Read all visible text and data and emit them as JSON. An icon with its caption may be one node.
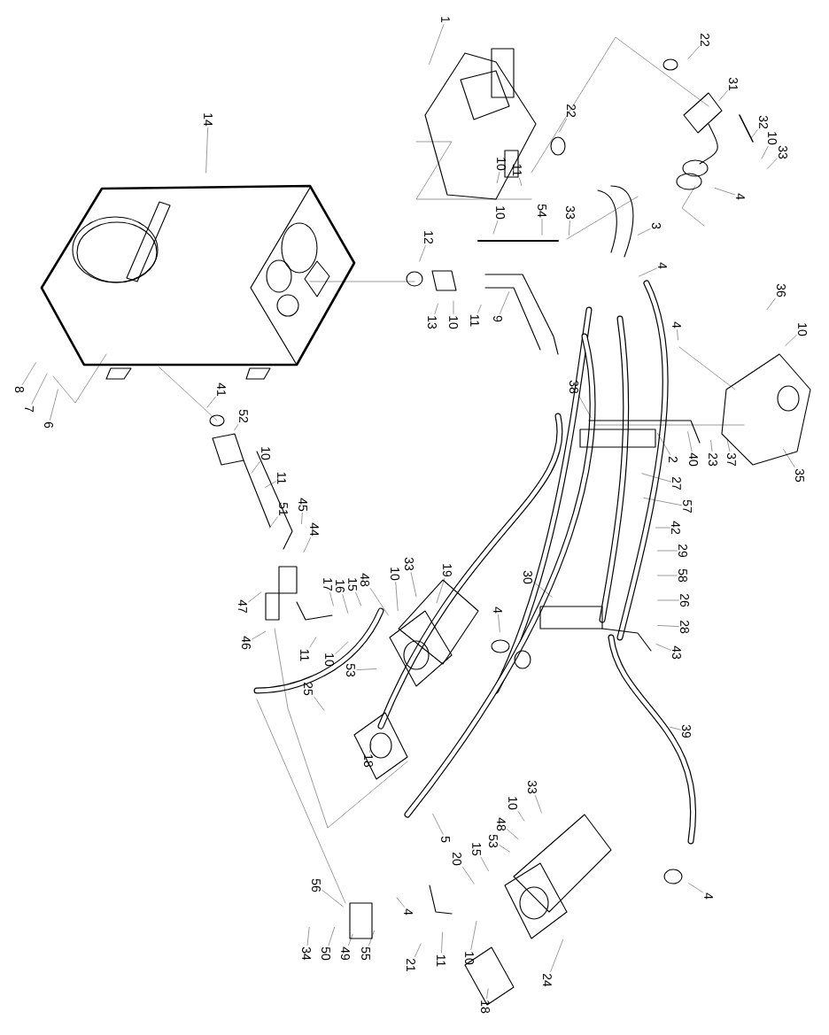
{
  "diagram": {
    "nodes": [
      {
        "text": [
          "1"
        ]
      },
      {
        "text": [
          "22"
        ]
      },
      {
        "text": [
          "22"
        ]
      },
      {
        "text": [
          "31"
        ]
      },
      {
        "text": [
          "32"
        ]
      },
      {
        "text": [
          "10"
        ]
      },
      {
        "text": [
          "33"
        ]
      },
      {
        "text": [
          "14"
        ]
      },
      {
        "text": [
          "10"
        ]
      },
      {
        "text": [
          "11"
        ]
      },
      {
        "text": [
          "3"
        ]
      },
      {
        "text": [
          "4"
        ]
      },
      {
        "text": [
          "10"
        ]
      },
      {
        "text": [
          "54"
        ]
      },
      {
        "text": [
          "33"
        ]
      },
      {
        "text": [
          "12"
        ]
      },
      {
        "text": [
          "13"
        ]
      },
      {
        "text": [
          "10"
        ]
      },
      {
        "text": [
          "11"
        ]
      },
      {
        "text": [
          "9"
        ]
      },
      {
        "text": [
          "4"
        ]
      },
      {
        "text": [
          "36"
        ]
      },
      {
        "text": [
          "10"
        ]
      },
      {
        "text": [
          "4"
        ]
      },
      {
        "text": [
          "8"
        ]
      },
      {
        "text": [
          "7"
        ]
      },
      {
        "text": [
          "6"
        ]
      },
      {
        "text": [
          "41"
        ]
      },
      {
        "text": [
          "52"
        ]
      },
      {
        "text": [
          "10"
        ]
      },
      {
        "text": [
          "11"
        ]
      },
      {
        "text": [
          "51"
        ]
      },
      {
        "text": [
          "45"
        ]
      },
      {
        "text": [
          "44"
        ]
      },
      {
        "text": [
          "38"
        ]
      },
      {
        "text": [
          "2"
        ]
      },
      {
        "text": [
          "40"
        ]
      },
      {
        "text": [
          "23"
        ]
      },
      {
        "text": [
          "37"
        ]
      },
      {
        "text": [
          "35"
        ]
      },
      {
        "text": [
          "27"
        ]
      },
      {
        "text": [
          "57"
        ]
      },
      {
        "text": [
          "42"
        ]
      },
      {
        "text": [
          "29"
        ]
      },
      {
        "text": [
          "58"
        ]
      },
      {
        "text": [
          "26"
        ]
      },
      {
        "text": [
          "28"
        ]
      },
      {
        "text": [
          "47"
        ]
      },
      {
        "text": [
          "46"
        ]
      },
      {
        "text": [
          "17"
        ]
      },
      {
        "text": [
          "16"
        ]
      },
      {
        "text": [
          "15"
        ]
      },
      {
        "text": [
          "48"
        ]
      },
      {
        "text": [
          "10"
        ]
      },
      {
        "text": [
          "33"
        ]
      },
      {
        "text": [
          "19"
        ]
      },
      {
        "text": [
          "30"
        ]
      },
      {
        "text": [
          "4"
        ]
      },
      {
        "text": [
          "11"
        ]
      },
      {
        "text": [
          "10"
        ]
      },
      {
        "text": [
          "53"
        ]
      },
      {
        "text": [
          "25"
        ]
      },
      {
        "text": [
          "18"
        ]
      },
      {
        "text": [
          "43"
        ]
      },
      {
        "text": [
          "39"
        ]
      },
      {
        "text": [
          "5"
        ]
      },
      {
        "text": [
          "33"
        ]
      },
      {
        "text": [
          "10"
        ]
      },
      {
        "text": [
          "48"
        ]
      },
      {
        "text": [
          "53"
        ]
      },
      {
        "text": [
          "15"
        ]
      },
      {
        "text": [
          "20"
        ]
      },
      {
        "text": [
          "56"
        ]
      },
      {
        "text": [
          "4"
        ]
      },
      {
        "text": [
          "21"
        ]
      },
      {
        "text": [
          "11"
        ]
      },
      {
        "text": [
          "10"
        ]
      },
      {
        "text": [
          "24"
        ]
      },
      {
        "text": [
          "18"
        ]
      },
      {
        "text": [
          "4"
        ]
      },
      {
        "text": [
          "34"
        ]
      },
      {
        "text": [
          "50"
        ]
      },
      {
        "text": [
          "49"
        ]
      },
      {
        "text": [
          "55"
        ]
      }
    ],
    "edges": [
      {
        "from": 0,
        "to": null,
        "arrow": "none"
      },
      {
        "from": 1,
        "to": null,
        "arrow": "none"
      },
      {
        "from": 2,
        "to": null,
        "arrow": "none"
      },
      {
        "from": 3,
        "to": null,
        "arrow": "none"
      },
      {
        "from": 4,
        "to": null,
        "arrow": "none"
      },
      {
        "from": 5,
        "to": null,
        "arrow": "none"
      },
      {
        "from": 6,
        "to": null,
        "arrow": "none"
      },
      {
        "from": 7,
        "to": null,
        "arrow": "none"
      },
      {
        "from": 8,
        "to": null,
        "arrow": "none"
      },
      {
        "from": 9,
        "to": null,
        "arrow": "none"
      },
      {
        "from": 10,
        "to": null,
        "arrow": "none"
      },
      {
        "from": 11,
        "to": null,
        "arrow": "none"
      },
      {
        "from": 12,
        "to": null,
        "arrow": "none"
      },
      {
        "from": 13,
        "to": null,
        "arrow": "none"
      },
      {
        "from": 14,
        "to": null,
        "arrow": "none"
      },
      {
        "from": 15,
        "to": null,
        "arrow": "none"
      },
      {
        "from": 16,
        "to": null,
        "arrow": "none"
      },
      {
        "from": 17,
        "to": null,
        "arrow": "none"
      },
      {
        "from": 18,
        "to": null,
        "arrow": "none"
      },
      {
        "from": 19,
        "to": null,
        "arrow": "none"
      },
      {
        "from": 20,
        "to": null,
        "arrow": "none"
      },
      {
        "from": 21,
        "to": null,
        "arrow": "none"
      },
      {
        "from": 22,
        "to": null,
        "arrow": "none"
      },
      {
        "from": 23,
        "to": null,
        "arrow": "none"
      },
      {
        "from": 24,
        "to": null,
        "arrow": "none"
      },
      {
        "from": 25,
        "to": null,
        "arrow": "none"
      },
      {
        "from": 26,
        "to": null,
        "arrow": "none"
      },
      {
        "from": 27,
        "to": null,
        "arrow": "none"
      },
      {
        "from": 28,
        "to": null,
        "arrow": "none"
      },
      {
        "from": 29,
        "to": null,
        "arrow": "none"
      },
      {
        "from": 30,
        "to": null,
        "arrow": "none"
      },
      {
        "from": 31,
        "to": null,
        "arrow": "none"
      },
      {
        "from": 32,
        "to": null,
        "arrow": "none"
      },
      {
        "from": 33,
        "to": null,
        "arrow": "none"
      },
      {
        "from": 34,
        "to": null,
        "arrow": "none"
      },
      {
        "from": 35,
        "to": null,
        "arrow": "none"
      },
      {
        "from": 36,
        "to": null,
        "arrow": "none"
      },
      {
        "from": 37,
        "to": null,
        "arrow": "none"
      },
      {
        "from": 38,
        "to": null,
        "arrow": "none"
      },
      {
        "from": 39,
        "to": null,
        "arrow": "none"
      },
      {
        "from": 40,
        "to": null,
        "arrow": "none"
      },
      {
        "from": 41,
        "to": null,
        "arrow": "none"
      },
      {
        "from": 42,
        "to": null,
        "arrow": "none"
      },
      {
        "from": 43,
        "to": null,
        "arrow": "none"
      },
      {
        "from": 44,
        "to": null,
        "arrow": "none"
      },
      {
        "from": 45,
        "to": null,
        "arrow": "none"
      },
      {
        "from": 46,
        "to": null,
        "arrow": "none"
      },
      {
        "from": 47,
        "to": null,
        "arrow": "none"
      },
      {
        "from": 48,
        "to": null,
        "arrow": "none"
      },
      {
        "from": 49,
        "to": null,
        "arrow": "none"
      },
      {
        "from": 50,
        "to": null,
        "arrow": "none"
      },
      {
        "from": 51,
        "to": null,
        "arrow": "none"
      },
      {
        "from": 52,
        "to": null,
        "arrow": "none"
      },
      {
        "from": 53,
        "to": null,
        "arrow": "none"
      },
      {
        "from": 54,
        "to": null,
        "arrow": "none"
      },
      {
        "from": 55,
        "to": null,
        "arrow": "none"
      },
      {
        "from": 56,
        "to": null,
        "arrow": "none"
      },
      {
        "from": 57,
        "to": null,
        "arrow": "none"
      },
      {
        "from": 58,
        "to": null,
        "arrow": "none"
      },
      {
        "from": 59,
        "to": null,
        "arrow": "none"
      },
      {
        "from": 60,
        "to": null,
        "arrow": "none"
      },
      {
        "from": 61,
        "to": null,
        "arrow": "none"
      },
      {
        "from": 62,
        "to": null,
        "arrow": "none"
      },
      {
        "from": 63,
        "to": null,
        "arrow": "none"
      },
      {
        "from": 64,
        "to": null,
        "arrow": "none"
      },
      {
        "from": 65,
        "to": null,
        "arrow": "none"
      },
      {
        "from": 66,
        "to": null,
        "arrow": "none"
      },
      {
        "from": 67,
        "to": null,
        "arrow": "none"
      },
      {
        "from": 68,
        "to": null,
        "arrow": "none"
      },
      {
        "from": 69,
        "to": null,
        "arrow": "none"
      },
      {
        "from": 70,
        "to": null,
        "arrow": "none"
      },
      {
        "from": 71,
        "to": null,
        "arrow": "none"
      },
      {
        "from": 72,
        "to": null,
        "arrow": "none"
      },
      {
        "from": 73,
        "to": null,
        "arrow": "none"
      },
      {
        "from": 74,
        "to": null,
        "arrow": "none"
      },
      {
        "from": 75,
        "to": null,
        "arrow": "none"
      },
      {
        "from": 76,
        "to": null,
        "arrow": "none"
      },
      {
        "from": 77,
        "to": null,
        "arrow": "none"
      },
      {
        "from": 78,
        "to": null,
        "arrow": "none"
      },
      {
        "from": 79,
        "to": null,
        "arrow": "none"
      },
      {
        "from": 80,
        "to": null,
        "arrow": "none"
      },
      {
        "from": 81,
        "to": null,
        "arrow": "none"
      },
      {
        "from": 82,
        "to": null,
        "arrow": "none"
      },
      {
        "from": 83,
        "to": null,
        "arrow": "none"
      }
    ]
  }
}
